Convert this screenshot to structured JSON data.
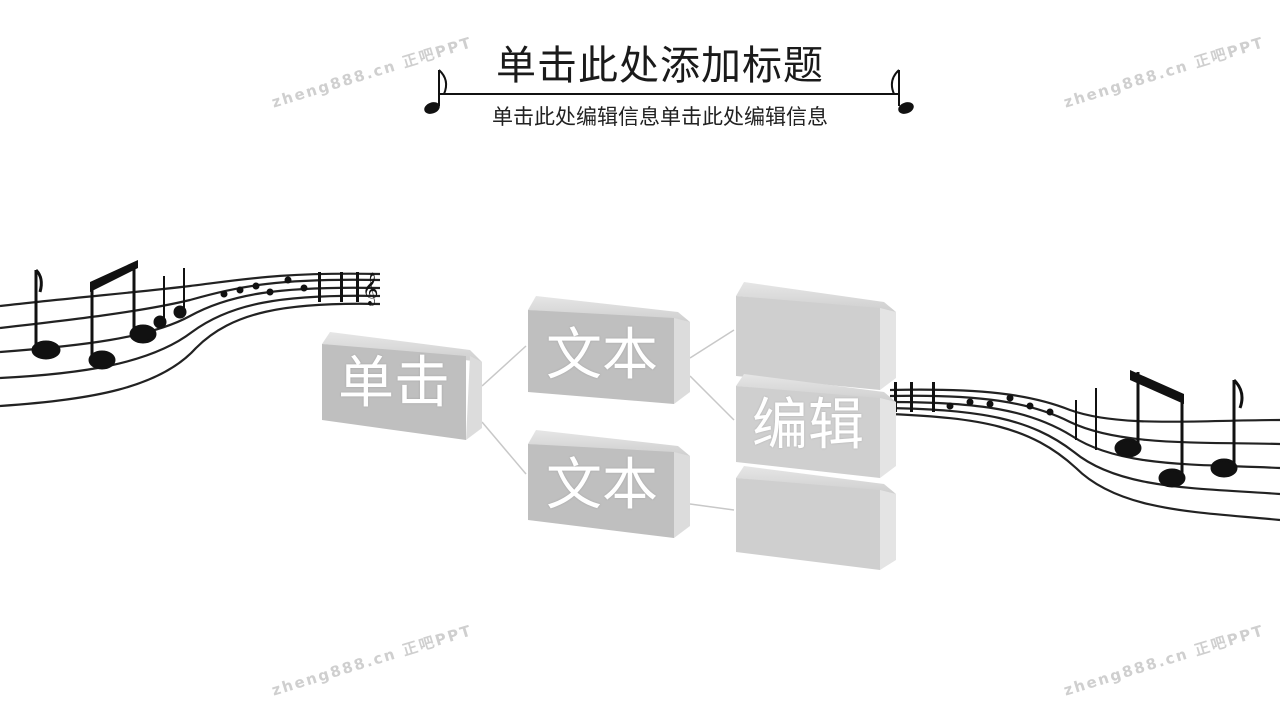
{
  "slide": {
    "title": "单击此处添加标题",
    "subtitle": "单击此处编辑信息单击此处编辑信息"
  },
  "watermark": "zheng888.cn 正吧PPT",
  "diagram": {
    "root": "单击",
    "middle": [
      "文本",
      "文本"
    ],
    "right": [
      "",
      "编辑",
      ""
    ]
  },
  "colors": {
    "box_face": "#bfbfbf",
    "box_side": "#d9d9d9",
    "connector": "#c8c8c8"
  }
}
